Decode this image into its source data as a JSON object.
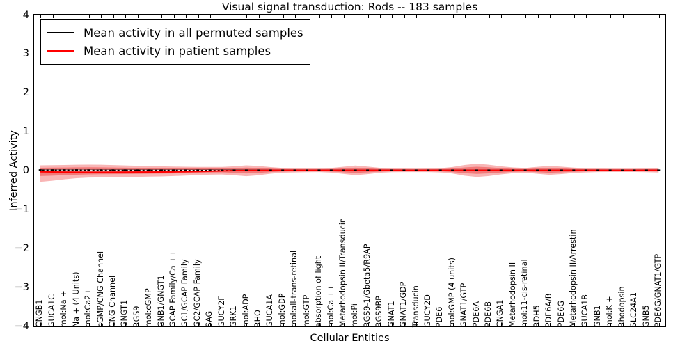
{
  "chart_data": {
    "type": "line",
    "title": "Visual signal transduction: Rods -- 183 samples",
    "xlabel": "Cellular Entities",
    "ylabel": "Inferred Activity",
    "ylim": [
      -4,
      4
    ],
    "yticks": [
      4,
      3,
      2,
      1,
      0,
      -1,
      -2,
      -3,
      -4
    ],
    "grid": false,
    "legend_position": "upper left",
    "legend": [
      {
        "label": "Mean activity in all permuted samples",
        "color": "#000000",
        "style": "solid"
      },
      {
        "label": "Mean activity in patient samples",
        "color": "#ff0000",
        "style": "solid"
      }
    ],
    "band_colors": {
      "permuted_band": "#d9d9d9",
      "patient_band_outer": "#f7a8a8",
      "patient_band_inner": "#f06666"
    },
    "categories": [
      "CNGB1",
      "GUCA1C",
      "mol:Na +",
      "Na + (4 Units)",
      "mol:Ca2+",
      "cGMP/CNG Channel",
      "CNG Channel",
      "GNGT1",
      "RGS9",
      "mol:cGMP",
      "GNB1/GNGT1",
      "GCAP Family/Ca ++",
      "GC1/GCAP Family",
      "GC2/GCAP Family",
      "SAG",
      "GUCY2F",
      "GRK1",
      "mol:ADP",
      "RHO",
      "GUCA1A",
      "mol:GDP",
      "mol:all-trans-retinal",
      "mol:GTP",
      "absorption of light",
      "mol:Ca ++",
      "Metarhodopsin II/Transducin",
      "mol:Pi",
      "RGS9-1/Gbeta5/R9AP",
      "RGS9BP",
      "GNAT1",
      "GNAT1/GDP",
      "Transducin",
      "GUCY2D",
      "PDE6",
      "mol:GMP (4 units)",
      "GNAT1/GTP",
      "PDE6A",
      "PDE6B",
      "CNGA1",
      "Metarhodopsin II",
      "mol:11-cis-retinal",
      "RDH5",
      "PDE6A/B",
      "PDE6G",
      "Metarhodopsin II/Arrestin",
      "GUCA1B",
      "GNB1",
      "mol:K +",
      "Rhodopsin",
      "SLC24A1",
      "GNB5",
      "PDE6G/GNAT1/GTP"
    ],
    "series": [
      {
        "name": "Mean activity in all permuted samples",
        "color": "#000000",
        "values": [
          0.005,
          0.004,
          0.004,
          0.004,
          0.003,
          0.003,
          0.003,
          0.002,
          0.002,
          0.002,
          0.002,
          0.002,
          0.001,
          0.001,
          0.001,
          0.001,
          0.001,
          0.001,
          0.0,
          0.0,
          0.0,
          0.0,
          0.0,
          0.0,
          0.0,
          0.0,
          0.0,
          0.0,
          0.0,
          0.0,
          0.0,
          0.0,
          0.0,
          0.0,
          0.0,
          0.0,
          0.0,
          0.0,
          0.0,
          0.0,
          0.0,
          0.0,
          0.0,
          0.0,
          0.0,
          0.0,
          0.0,
          0.0,
          0.0,
          0.0,
          0.0,
          0.0
        ],
        "band_lower": [
          -0.055,
          -0.052,
          -0.05,
          -0.048,
          -0.046,
          -0.044,
          -0.042,
          -0.04,
          -0.04,
          -0.038,
          -0.038,
          -0.038,
          -0.036,
          -0.036,
          -0.035,
          -0.035,
          -0.034,
          -0.034,
          -0.033,
          -0.033,
          -0.032,
          -0.032,
          -0.032,
          -0.031,
          -0.031,
          -0.031,
          -0.03,
          -0.03,
          -0.03,
          -0.03,
          -0.03,
          -0.029,
          -0.029,
          -0.029,
          -0.029,
          -0.028,
          -0.028,
          -0.028,
          -0.028,
          -0.028,
          -0.027,
          -0.027,
          -0.027,
          -0.027,
          -0.027,
          -0.027,
          -0.026,
          -0.026,
          -0.026,
          -0.026,
          -0.026,
          -0.026
        ],
        "band_upper": [
          0.06,
          0.057,
          0.055,
          0.053,
          0.05,
          0.048,
          0.046,
          0.044,
          0.044,
          0.042,
          0.042,
          0.042,
          0.04,
          0.04,
          0.039,
          0.039,
          0.038,
          0.038,
          0.037,
          0.037,
          0.036,
          0.036,
          0.036,
          0.035,
          0.035,
          0.035,
          0.034,
          0.034,
          0.034,
          0.034,
          0.034,
          0.033,
          0.033,
          0.033,
          0.033,
          0.032,
          0.032,
          0.032,
          0.032,
          0.032,
          0.031,
          0.031,
          0.031,
          0.031,
          0.031,
          0.031,
          0.03,
          0.03,
          0.03,
          0.03,
          0.03,
          0.03
        ]
      },
      {
        "name": "Mean activity in patient samples",
        "color": "#ff0000",
        "values": [
          -0.04,
          -0.045,
          -0.05,
          -0.052,
          -0.053,
          -0.053,
          -0.052,
          -0.05,
          -0.048,
          -0.046,
          -0.044,
          -0.042,
          -0.038,
          -0.032,
          -0.024,
          -0.016,
          -0.01,
          -0.006,
          -0.004,
          -0.003,
          -0.003,
          -0.003,
          -0.003,
          -0.003,
          -0.003,
          -0.003,
          -0.003,
          -0.003,
          -0.003,
          -0.003,
          -0.003,
          -0.003,
          -0.003,
          -0.002,
          -0.002,
          -0.002,
          -0.002,
          -0.002,
          -0.002,
          -0.002,
          -0.002,
          -0.002,
          -0.002,
          -0.002,
          -0.002,
          -0.002,
          -0.002,
          -0.002,
          -0.002,
          -0.002,
          -0.002,
          -0.002
        ],
        "band_lower": [
          -0.3,
          -0.27,
          -0.235,
          -0.205,
          -0.19,
          -0.185,
          -0.18,
          -0.178,
          -0.172,
          -0.166,
          -0.16,
          -0.15,
          -0.138,
          -0.125,
          -0.115,
          -0.11,
          -0.13,
          -0.155,
          -0.13,
          -0.09,
          -0.062,
          -0.055,
          -0.05,
          -0.048,
          -0.06,
          -0.095,
          -0.128,
          -0.1,
          -0.065,
          -0.05,
          -0.047,
          -0.046,
          -0.046,
          -0.055,
          -0.085,
          -0.14,
          -0.175,
          -0.15,
          -0.108,
          -0.076,
          -0.062,
          -0.092,
          -0.118,
          -0.098,
          -0.07,
          -0.055,
          -0.048,
          -0.045,
          -0.044,
          -0.044,
          -0.05,
          -0.058
        ],
        "band_upper": [
          0.125,
          0.13,
          0.135,
          0.14,
          0.143,
          0.14,
          0.132,
          0.122,
          0.115,
          0.108,
          0.1,
          0.094,
          0.09,
          0.086,
          0.084,
          0.086,
          0.1,
          0.125,
          0.11,
          0.08,
          0.058,
          0.05,
          0.046,
          0.046,
          0.058,
          0.09,
          0.12,
          0.095,
          0.062,
          0.048,
          0.044,
          0.043,
          0.044,
          0.053,
          0.082,
          0.135,
          0.168,
          0.142,
          0.1,
          0.072,
          0.058,
          0.088,
          0.112,
          0.092,
          0.066,
          0.052,
          0.046,
          0.042,
          0.042,
          0.042,
          0.048,
          0.055
        ],
        "band_inner_lower": [
          -0.15,
          -0.14,
          -0.128,
          -0.116,
          -0.108,
          -0.104,
          -0.1,
          -0.098,
          -0.094,
          -0.09,
          -0.086,
          -0.082,
          -0.074,
          -0.066,
          -0.058,
          -0.054,
          -0.066,
          -0.082,
          -0.07,
          -0.048,
          -0.034,
          -0.03,
          -0.028,
          -0.027,
          -0.033,
          -0.052,
          -0.07,
          -0.054,
          -0.036,
          -0.028,
          -0.026,
          -0.026,
          -0.026,
          -0.03,
          -0.046,
          -0.076,
          -0.094,
          -0.08,
          -0.058,
          -0.041,
          -0.034,
          -0.05,
          -0.064,
          -0.053,
          -0.038,
          -0.03,
          -0.026,
          -0.025,
          -0.024,
          -0.024,
          -0.027,
          -0.032
        ],
        "band_inner_upper": [
          0.062,
          0.066,
          0.07,
          0.074,
          0.076,
          0.074,
          0.07,
          0.065,
          0.061,
          0.057,
          0.053,
          0.05,
          0.048,
          0.046,
          0.045,
          0.046,
          0.054,
          0.067,
          0.059,
          0.043,
          0.031,
          0.027,
          0.025,
          0.025,
          0.031,
          0.048,
          0.064,
          0.051,
          0.034,
          0.026,
          0.024,
          0.023,
          0.024,
          0.029,
          0.044,
          0.072,
          0.09,
          0.076,
          0.054,
          0.039,
          0.031,
          0.047,
          0.06,
          0.049,
          0.035,
          0.028,
          0.025,
          0.023,
          0.023,
          0.023,
          0.026,
          0.03
        ]
      }
    ]
  }
}
